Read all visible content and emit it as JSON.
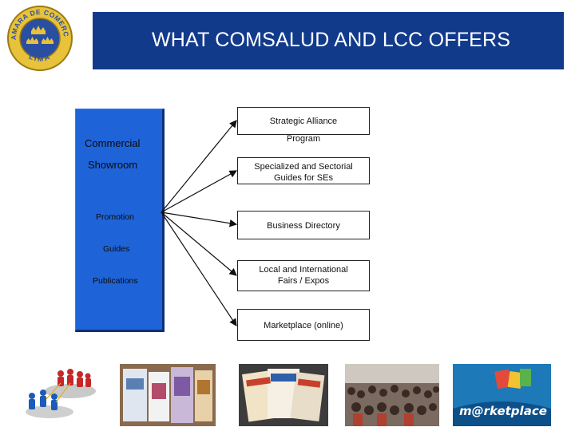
{
  "logo": {
    "ring_top_text": "CAMARA DE COMERCIO",
    "ring_bottom_text": "LIMA"
  },
  "title": "WHAT COMSALUD AND LCC OFFERS",
  "left_box": {
    "commercial": "Commercial",
    "showroom": "Showroom",
    "promotion": "Promotion",
    "guides": "Guides",
    "publications": "Publications"
  },
  "offers": [
    {
      "line1": "Strategic Alliance",
      "line2": "Program"
    },
    {
      "line1": "Specialized and Sectorial",
      "line2": "Guides for SEs"
    },
    {
      "line1": "Business Directory"
    },
    {
      "line1": "Local and International",
      "line2": "Fairs / Expos"
    },
    {
      "line1": "Marketplace (online)"
    }
  ],
  "photos": {
    "marketplace_logo_text": "m@rketplace"
  },
  "colors": {
    "title_bar": "#123a8b",
    "left_box": "#1f63d8",
    "logo_gold": "#e7c23a",
    "logo_blue": "#2b4fa0"
  }
}
